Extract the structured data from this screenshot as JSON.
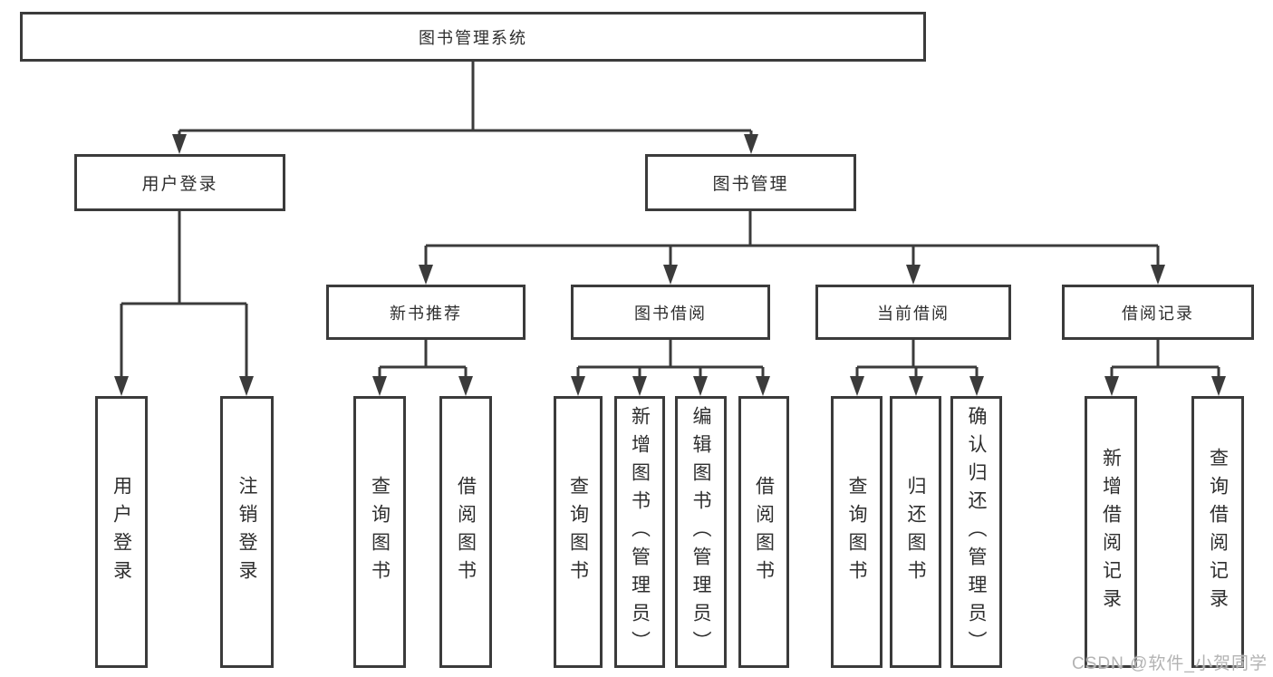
{
  "tree": {
    "label": "图书管理系统",
    "children": [
      {
        "label": "用户登录",
        "children": [
          {
            "label": "用户登录"
          },
          {
            "label": "注销登录"
          }
        ]
      },
      {
        "label": "图书管理",
        "children": [
          {
            "label": "新书推荐",
            "children": [
              {
                "label": "查询图书"
              },
              {
                "label": "借阅图书"
              }
            ]
          },
          {
            "label": "图书借阅",
            "children": [
              {
                "label": "查询图书"
              },
              {
                "label": "新增图书（管理员）"
              },
              {
                "label": "编辑图书（管理员）"
              },
              {
                "label": "借阅图书"
              }
            ]
          },
          {
            "label": "当前借阅",
            "children": [
              {
                "label": "查询图书"
              },
              {
                "label": "归还图书"
              },
              {
                "label": "确认归还（管理员）"
              }
            ]
          },
          {
            "label": "借阅记录",
            "children": [
              {
                "label": "新增借阅记录"
              },
              {
                "label": "查询借阅记录"
              }
            ]
          }
        ]
      }
    ]
  },
  "watermark": {
    "text": "CSDN @软件_小贺同学"
  },
  "colors": {
    "line": "#3b3b3b",
    "text": "#2e2e2e",
    "watermark": "#b3b3b3",
    "background": "#ffffff"
  }
}
